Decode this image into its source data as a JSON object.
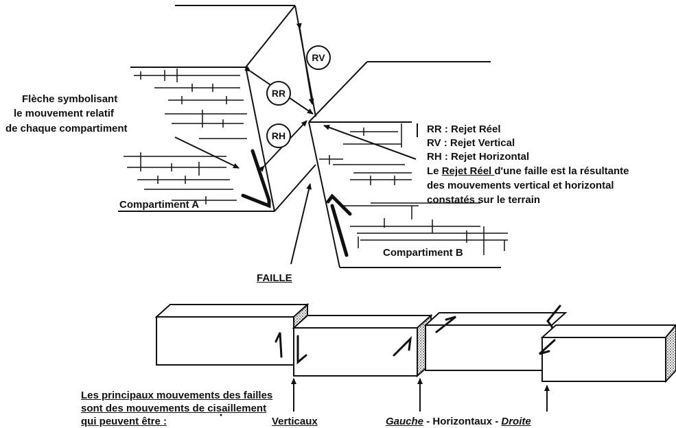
{
  "upper": {
    "arrow_caption": [
      "Flèche symbolisant",
      "le  mouvement relatif",
      "de chaque compartiment"
    ],
    "compartment_a": "Compartiment A",
    "compartment_b": "Compartiment B",
    "fault_label": "FAILLE",
    "circles": {
      "rv": "RV",
      "rr": "RR",
      "rh": "RH"
    },
    "legend": [
      "RR : Rejet Réel",
      "RV : Rejet Vertical",
      "RH : Rejet Horizontal"
    ],
    "definition": {
      "prefix": "Le ",
      "term": "Rejet Réel ",
      "line1_rest": "d'une faille est la résultante",
      "line2": "des mouvements vertical et horizontal",
      "line3": "constatés sur le terrain"
    }
  },
  "lower": {
    "caption": [
      "Les principaux mouvements des failles",
      "sont des mouvements de cisaillement",
      "qui peuvent être :"
    ],
    "verticaux": "Verticaux",
    "gauche": "Gauche",
    "sep1": " - ",
    "horizontaux": "Horizontaux",
    "sep2": " - ",
    "droite": "Droite"
  }
}
